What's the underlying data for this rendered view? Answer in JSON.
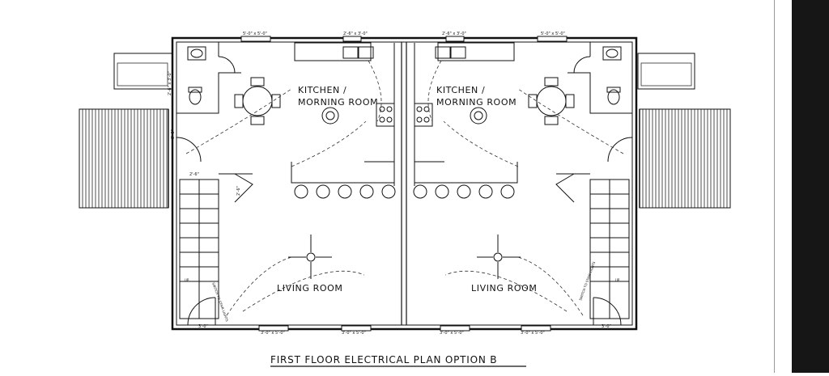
{
  "title": "FIRST FLOOR ELECTRICAL PLAN OPTION B",
  "units": [
    {
      "kitchen_line1": "KITCHEN /",
      "kitchen_line2": "MORNING ROOM",
      "living": "LIVING ROOM"
    },
    {
      "kitchen_line1": "KITCHEN /",
      "kitchen_line2": "MORNING ROOM",
      "living": "LIVING ROOM"
    }
  ],
  "dimensions": {
    "top_window_a": "5'-0\" x 5'-0\"",
    "top_window_b": "2'-6\" x 3'-0\"",
    "bottom_window": "3'-0\" x 5'-0\"",
    "door_left": "3'-0\"",
    "door_right": "3'-0\"",
    "side_a": "2'-6\" x 3'-0\"",
    "side_b": "2'-6\"",
    "side_c": "3'-0\"",
    "side_d": "2'-6\""
  },
  "notes": {
    "stair_up": "UP",
    "stair_label": "SWITCH TO STAIR LIGHTS"
  }
}
